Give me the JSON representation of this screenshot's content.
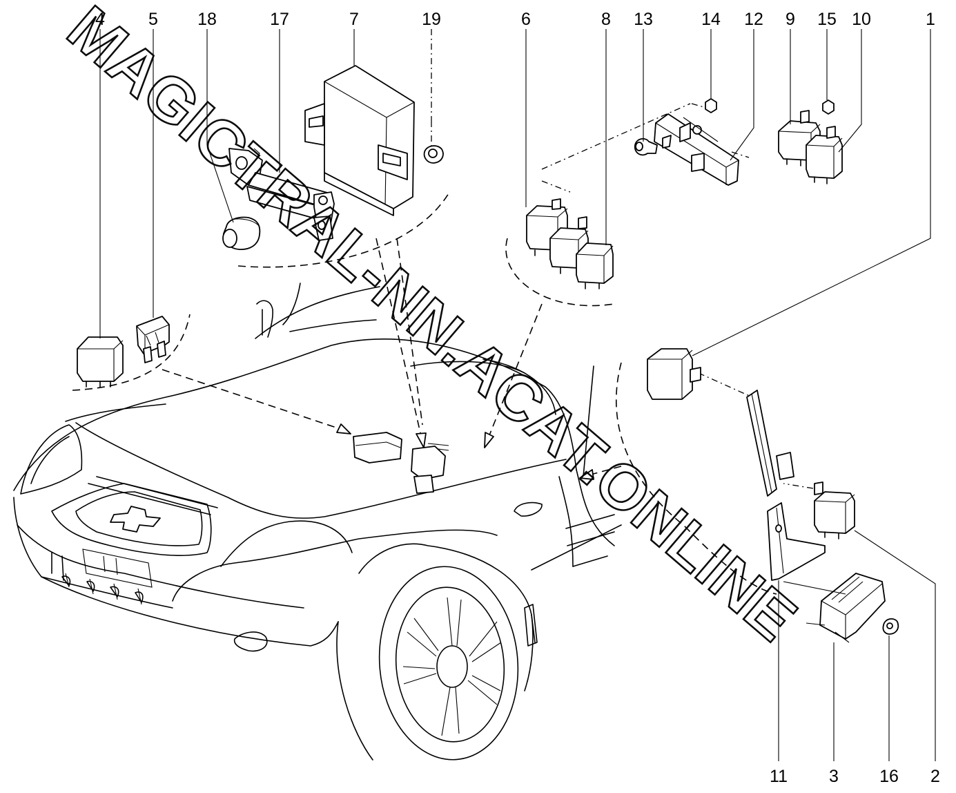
{
  "callouts": [
    {
      "id": "4",
      "label": "4"
    },
    {
      "id": "5",
      "label": "5"
    },
    {
      "id": "18",
      "label": "18"
    },
    {
      "id": "17",
      "label": "17"
    },
    {
      "id": "7",
      "label": "7"
    },
    {
      "id": "19",
      "label": "19"
    },
    {
      "id": "6",
      "label": "6"
    },
    {
      "id": "8",
      "label": "8"
    },
    {
      "id": "13",
      "label": "13"
    },
    {
      "id": "14",
      "label": "14"
    },
    {
      "id": "12",
      "label": "12"
    },
    {
      "id": "9",
      "label": "9"
    },
    {
      "id": "15",
      "label": "15"
    },
    {
      "id": "10",
      "label": "10"
    },
    {
      "id": "1",
      "label": "1"
    },
    {
      "id": "11",
      "label": "11"
    },
    {
      "id": "3",
      "label": "3"
    },
    {
      "id": "16",
      "label": "16"
    },
    {
      "id": "2",
      "label": "2"
    }
  ],
  "watermark": {
    "text": "MAGICTRAL-NN.ACAT.ONLINE"
  },
  "colors": {
    "line": "#000000",
    "background": "#ffffff"
  }
}
